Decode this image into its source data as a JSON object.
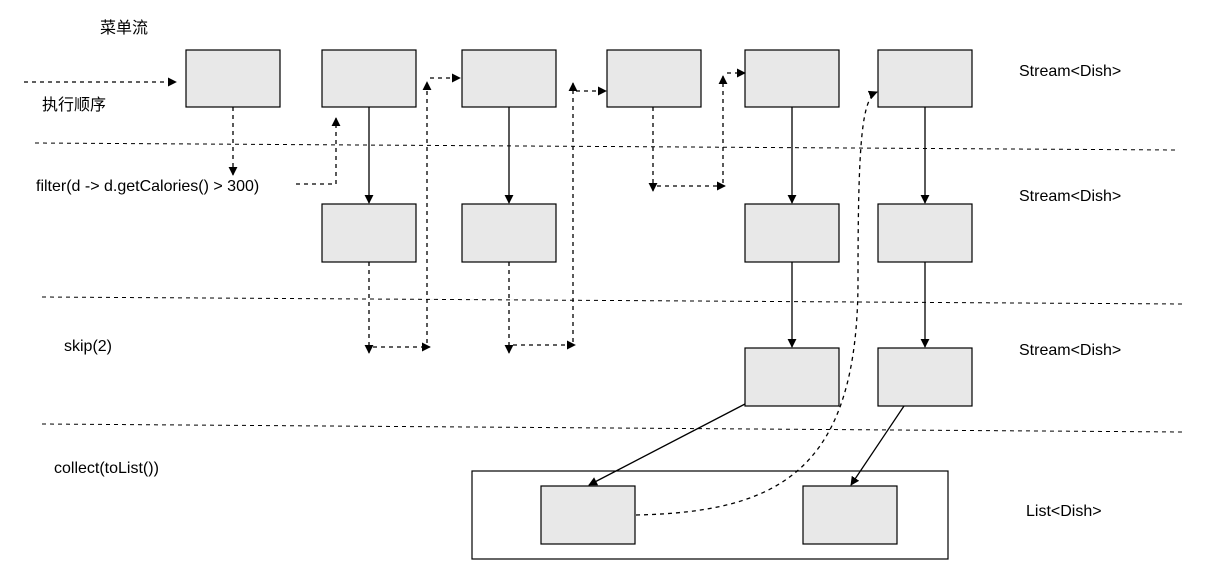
{
  "labels": {
    "menu_stream": "菜单流",
    "execution_order": "执行顺序",
    "filter_op": "filter(d -> d.getCalories() > 300)",
    "skip_op": "skip(2)",
    "collect_op": "collect(toList())"
  },
  "row_types": {
    "row1": "Stream<Dish>",
    "row2": "Stream<Dish>",
    "row3": "Stream<Dish>",
    "row4": "List<Dish>"
  }
}
